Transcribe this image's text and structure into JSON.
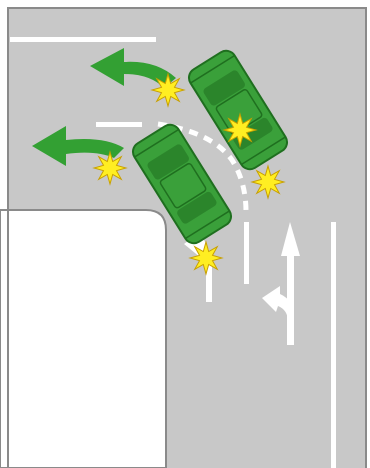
{
  "scene": {
    "road_color": "#c8c8c8",
    "kerb_color": "#8a8a8a",
    "block_color": "#ffffff",
    "marking_color": "#ffffff",
    "car_color": "#3aa03a",
    "car_dark_color": "#1f6f1f",
    "arrow_color": "#33a033",
    "impact_color": "#ffee22",
    "impact_outline": "#c8a000"
  },
  "elements": {
    "vehicles": [
      {
        "name": "lead-car",
        "icon": "car-icon",
        "state": "turning-left"
      },
      {
        "name": "following-car",
        "icon": "car-icon",
        "state": "turning-left"
      }
    ],
    "lane_arrows": [
      "straight-ahead-arrow",
      "left-turn-lane-arrow",
      "small-left-turn-arrow"
    ],
    "movement_arrows": [
      "lead-car-path-arrow",
      "following-car-path-arrow"
    ],
    "impact_markers": 5
  }
}
